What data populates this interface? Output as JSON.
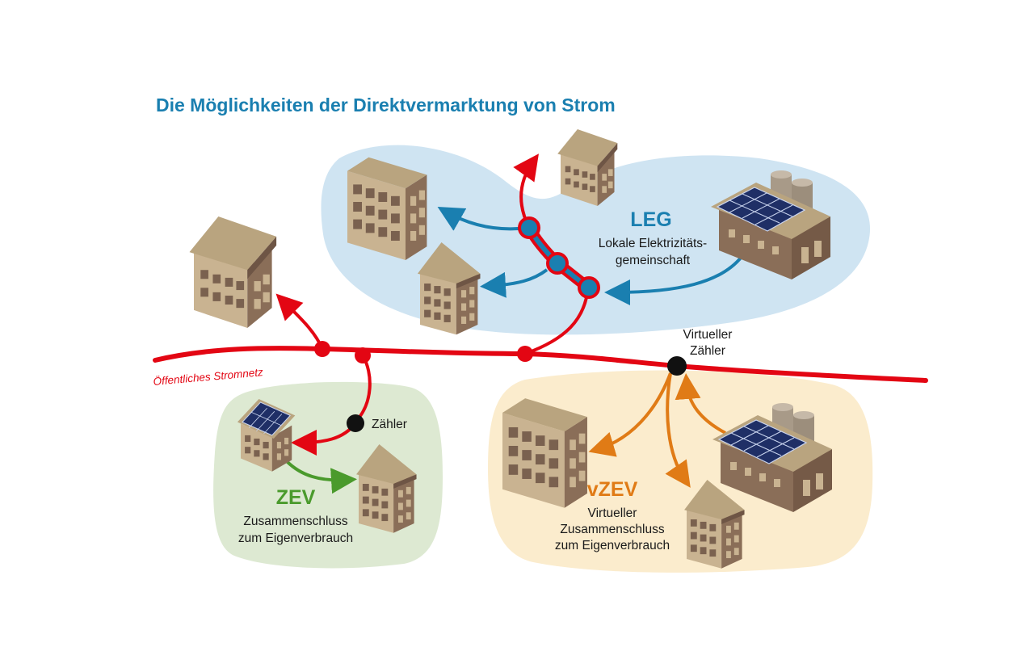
{
  "title": "Die Möglichkeiten der Direktvermarktung von Strom",
  "grid_label": "Öffentliches Stromnetz",
  "leg": {
    "acronym": "LEG",
    "line1": "Lokale Elektrizitäts-",
    "line2": "gemeinschaft"
  },
  "zev": {
    "acronym": "ZEV",
    "line1": "Zusammenschluss",
    "line2": "zum Eigenverbrauch",
    "meter_label": "Zähler"
  },
  "vzev": {
    "acronym": "vZEV",
    "line1": "Virtueller",
    "line2": "Zusammenschluss",
    "line3": "zum Eigenverbrauch",
    "meter_line1": "Virtueller",
    "meter_line2": "Zähler"
  },
  "colors": {
    "grid": "#e30613",
    "leg": "#1a7fb0",
    "zev": "#4a9a2c",
    "vzev": "#e07b16",
    "leg_zone": "#cfe4f2",
    "zev_zone": "#dde9d2",
    "vzev_zone": "#fbeccd"
  }
}
